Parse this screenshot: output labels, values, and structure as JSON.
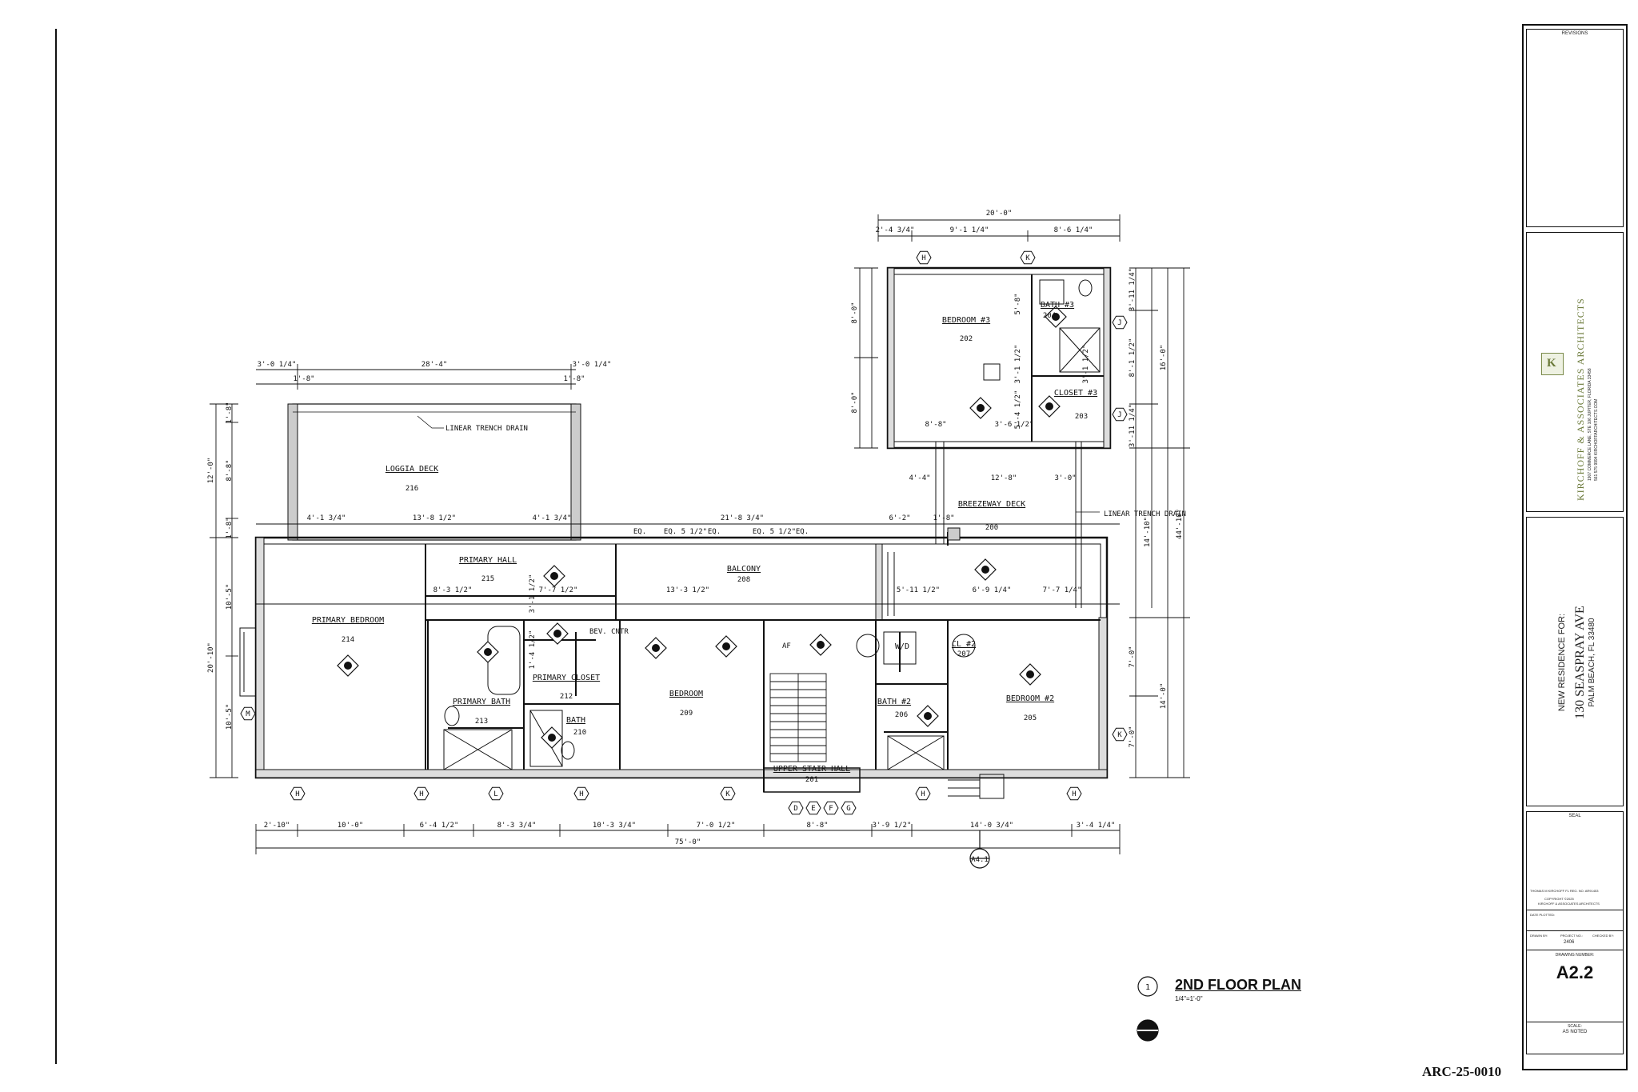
{
  "drawing": {
    "title": "2ND FLOOR PLAN",
    "scale": "1/4\"=1'-0\"",
    "detail_number": "1",
    "section_marker": "A4.1",
    "file_ref": "ARC-25-0010"
  },
  "rooms": [
    {
      "name": "LOGGIA DECK",
      "number": "216"
    },
    {
      "name": "PRIMARY BEDROOM",
      "number": "214"
    },
    {
      "name": "PRIMARY HALL",
      "number": "215"
    },
    {
      "name": "PRIMARY CLOSET",
      "number": "212"
    },
    {
      "name": "PRIMARY BATH",
      "number": "213"
    },
    {
      "name": "BATH",
      "number": "210"
    },
    {
      "name": "BALCONY",
      "number": "208"
    },
    {
      "name": "BEDROOM",
      "number": "209"
    },
    {
      "name": "UPPER STAIR HALL",
      "number": "201"
    },
    {
      "name": "BREEZEWAY DECK",
      "number": "200"
    },
    {
      "name": "BEDROOM #3",
      "number": "202"
    },
    {
      "name": "BATH #3",
      "number": "204"
    },
    {
      "name": "CLOSET #3",
      "number": "203"
    },
    {
      "name": "BEDROOM #2",
      "number": "205"
    },
    {
      "name": "CL #2",
      "number": "207"
    },
    {
      "name": "BATH #2",
      "number": "206"
    },
    {
      "name": "W/D",
      "number": ""
    }
  ],
  "notes": {
    "trench_drain_top": "LINEAR TRENCH DRAIN",
    "trench_drain_side": "LINEAR TRENCH DRAIN",
    "bev_ctr": "BEV. CNTR",
    "af": "AF"
  },
  "dimensions": {
    "top_overall": "20'-0\"",
    "top_a": "2'-4 3/4\"",
    "top_b": "9'-1 1/4\"",
    "top_c": "8'-6 1/4\"",
    "loggia_a": "3'-0 1/4\"",
    "loggia_b": "28'-4\"",
    "loggia_c": "3'-0 1/4\"",
    "loggia_d": "1'-8\"",
    "loggia_e": "1'-8\"",
    "balcony_a": "4'-1 3/4\"",
    "balcony_b": "13'-8 1/2\"",
    "balcony_c": "4'-1 3/4\"",
    "balcony_d": "21'-8 3/4\"",
    "balcony_e": "6'-2\"",
    "balcony_f": "1'-8\"",
    "eq_labels": [
      "EQ.",
      "EQ. 5 1/2\"",
      "EQ.",
      "EQ. 5 1/2\"",
      "EQ."
    ],
    "bottom_chain": [
      "2'-10\"",
      "10'-0\"",
      "6'-4 1/2\"",
      "8'-3 3/4\"",
      "10'-3 3/4\"",
      "7'-0 1/2\"",
      "8'-8\"",
      "3'-9 1/2\"",
      "14'-0 3/4\"",
      "3'-4 1/4\""
    ],
    "bottom_overall": "75'-0\"",
    "left_chain": [
      "1'-8\"",
      "8'-8\"",
      "1'-8\"",
      "10'-5\"",
      "10'-5\""
    ],
    "left_overall_a": "12'-0\"",
    "left_overall_b": "20'-10\"",
    "right_chain": [
      "3'-11 1/4\"",
      "8'-1 1/2\"",
      "3'-11 1/4\"",
      "7'-0\"",
      "7'-0\""
    ],
    "right_overall_a": "16'-0\"",
    "right_overall_b": "14'-0\"",
    "right_overall_c": "14'-10\"",
    "right_overall_d": "44'-10\"",
    "bed3_left": [
      "8'-0\"",
      "8'-0\""
    ],
    "inner": [
      "8'-3 1/2\"",
      "7'-7 1/2\"",
      "13'-3 1/2\"",
      "5'-11 1/2\"",
      "6'-9 1/4\"",
      "7'-7 1/4\"",
      "4'-4\"",
      "12'-8\"",
      "3'-0\"",
      "8'-8\"",
      "3'-6 1/2\"",
      "5'-8\"",
      "3'-1 1/2\"",
      "5'-4 1/2\"",
      "3'-1 1/2\"",
      "1'-4 1/2\"",
      "3'-1 1/2\""
    ]
  },
  "grid_tags": [
    "H",
    "H",
    "L",
    "H",
    "K",
    "H",
    "H",
    "H",
    "K",
    "K",
    "M",
    "J",
    "J",
    "D",
    "E",
    "F",
    "G"
  ],
  "title_block": {
    "revisions_label": "REVISIONS",
    "firm_name": "KIRCHOFF & ASSOCIATES ARCHITECTS",
    "firm_address": "1907 COMMERCE LANE, STE 106 JUPITER, FLORIDA 33458",
    "firm_contact": "561 575 9994  KIRCHOFFARCHITECTS.COM",
    "project_prefix": "NEW RESIDENCE FOR:",
    "project_address": "130 SEASPRAY AVE",
    "project_city": "PALM BEACH, FL  33480",
    "seal_label": "SEAL",
    "architect_line": "THOMAS M KIRCHOFF  FL REG. NO. AR91453",
    "copyright_line": "COPYRIGHT ©2025",
    "copyright_firm": "KIRCHOFF & ASSOCIATES ARCHITECTS",
    "date_plotted_label": "DATE PLOTTED:",
    "drawn_by_label": "DRAWN BY:",
    "project_no_label": "PROJECT NO.:",
    "project_no": "2406",
    "checked_by_label": "CHECKED BY:",
    "drawing_number_label": "DRAWING NUMBER:",
    "sheet_number": "A2.2",
    "scale_label": "SCALE:",
    "scale_value": "AS NOTED"
  }
}
